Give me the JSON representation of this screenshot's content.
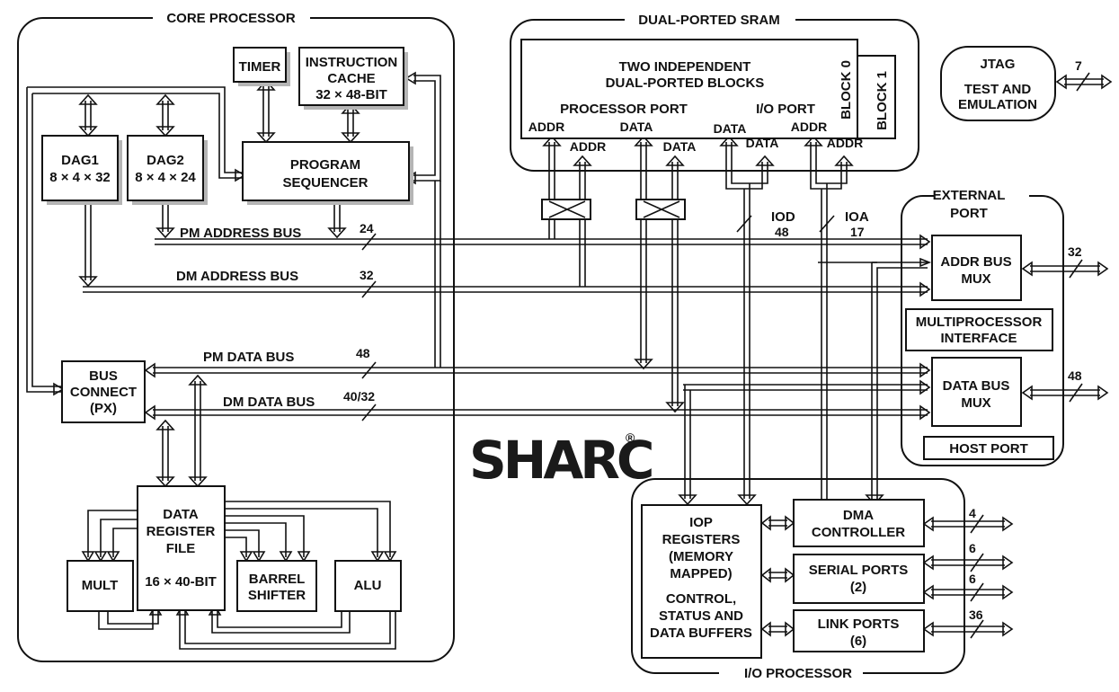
{
  "groups": {
    "core_processor": "CORE PROCESSOR",
    "dual_ported_sram": "DUAL-PORTED SRAM",
    "external_port": [
      "EXTERNAL",
      "PORT"
    ],
    "io_processor": "I/O PROCESSOR"
  },
  "blocks": {
    "timer": "TIMER",
    "instruction_cache": [
      "INSTRUCTION",
      "CACHE",
      "32 × 48-BIT"
    ],
    "dag1": [
      "DAG1",
      "8 × 4 × 32"
    ],
    "dag2": [
      "DAG2",
      "8 × 4 × 24"
    ],
    "program_sequencer": [
      "PROGRAM",
      "SEQUENCER"
    ],
    "bus_connect": [
      "BUS",
      "CONNECT",
      "(PX)"
    ],
    "data_register_file": [
      "DATA",
      "REGISTER",
      "FILE",
      "16 × 40-BIT"
    ],
    "mult": "MULT",
    "barrel_shifter": [
      "BARREL",
      "SHIFTER"
    ],
    "alu": "ALU",
    "jtag": [
      "JTAG",
      "TEST AND",
      "EMULATION"
    ],
    "addr_bus_mux": [
      "ADDR BUS",
      "MUX"
    ],
    "multiprocessor_interface": [
      "MULTIPROCESSOR",
      "INTERFACE"
    ],
    "data_bus_mux": [
      "DATA BUS",
      "MUX"
    ],
    "host_port": "HOST PORT",
    "iop_registers": [
      "IOP",
      "REGISTERS",
      "(MEMORY",
      "MAPPED)",
      "CONTROL,",
      "STATUS AND",
      "DATA BUFFERS"
    ],
    "dma_controller": [
      "DMA",
      "CONTROLLER"
    ],
    "serial_ports": [
      "SERIAL PORTS",
      "(2)"
    ],
    "link_ports": [
      "LINK PORTS",
      "(6)"
    ]
  },
  "sram": {
    "title": [
      "TWO  INDEPENDENT",
      "DUAL-PORTED BLOCKS"
    ],
    "processor_port": "PROCESSOR PORT",
    "io_port": "I/O PORT",
    "block0": "BLOCK 0",
    "block1": "BLOCK 1",
    "addr": "ADDR",
    "data": "DATA"
  },
  "buses": {
    "pm_address": "PM ADDRESS BUS",
    "dm_address": "DM ADDRESS BUS",
    "pm_data": "PM DATA BUS",
    "dm_data": "DM  DATA BUS",
    "iod": "IOD",
    "ioa": "IOA"
  },
  "widths": {
    "pm_address": "24",
    "dm_address": "32",
    "pm_data": "48",
    "dm_data": "40/32",
    "iod": "48",
    "ioa": "17",
    "jtag": "7",
    "ext_addr": "32",
    "ext_data": "48",
    "dma": "4",
    "serial_a": "6",
    "serial_b": "6",
    "link": "36"
  },
  "logo": {
    "text": "SHARC",
    "registered": "®"
  }
}
